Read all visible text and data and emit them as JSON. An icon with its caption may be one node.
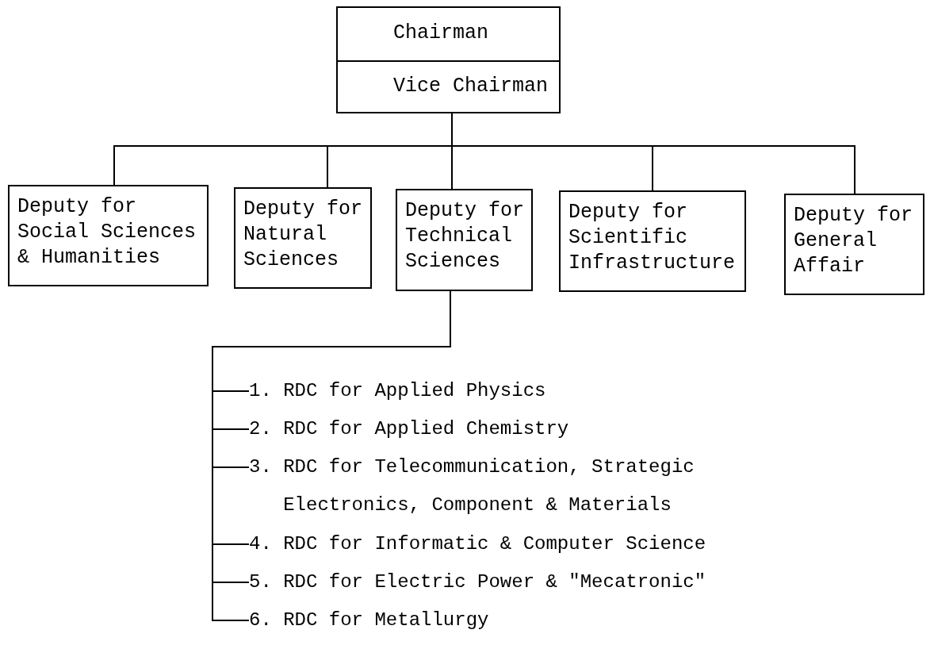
{
  "diagram": {
    "nodes": [
      {
        "text": [
          "Chairman",
          "Vice Chairman"
        ]
      },
      {
        "text": [
          "Deputy for Social Sciences & Humanities"
        ]
      },
      {
        "text": [
          "Deputy for Natural Sciences"
        ]
      },
      {
        "text": [
          "Deputy for Technical Sciences"
        ]
      },
      {
        "text": [
          "Deputy for Scientific Infrastructure"
        ]
      },
      {
        "text": [
          "Deputy for General Affair"
        ]
      },
      {
        "text": [
          "1. RDC for Applied Physics"
        ]
      },
      {
        "text": [
          "2. RDC for Applied Chemistry"
        ]
      },
      {
        "text": [
          "3. RDC for Telecommunication, Strategic Electronics, Component & Materials"
        ]
      },
      {
        "text": [
          "4. RDC for Informatic & Computer Science"
        ]
      },
      {
        "text": [
          "5. RDC for Electric Power & \"Mecatronic\""
        ]
      },
      {
        "text": [
          "6. RDC for Metallurgy"
        ]
      }
    ],
    "edges": [
      {
        "from": 0,
        "to": 1,
        "arrow": "none"
      },
      {
        "from": 0,
        "to": 2,
        "arrow": "none"
      },
      {
        "from": 0,
        "to": 3,
        "arrow": "none"
      },
      {
        "from": 0,
        "to": 4,
        "arrow": "none"
      },
      {
        "from": 0,
        "to": 5,
        "arrow": "none"
      },
      {
        "from": 3,
        "to": 6,
        "arrow": "none"
      },
      {
        "from": 3,
        "to": 7,
        "arrow": "none"
      },
      {
        "from": 3,
        "to": 8,
        "arrow": "none"
      },
      {
        "from": 3,
        "to": 9,
        "arrow": "none"
      },
      {
        "from": 3,
        "to": 10,
        "arrow": "none"
      },
      {
        "from": 3,
        "to": 11,
        "arrow": "none"
      }
    ]
  }
}
